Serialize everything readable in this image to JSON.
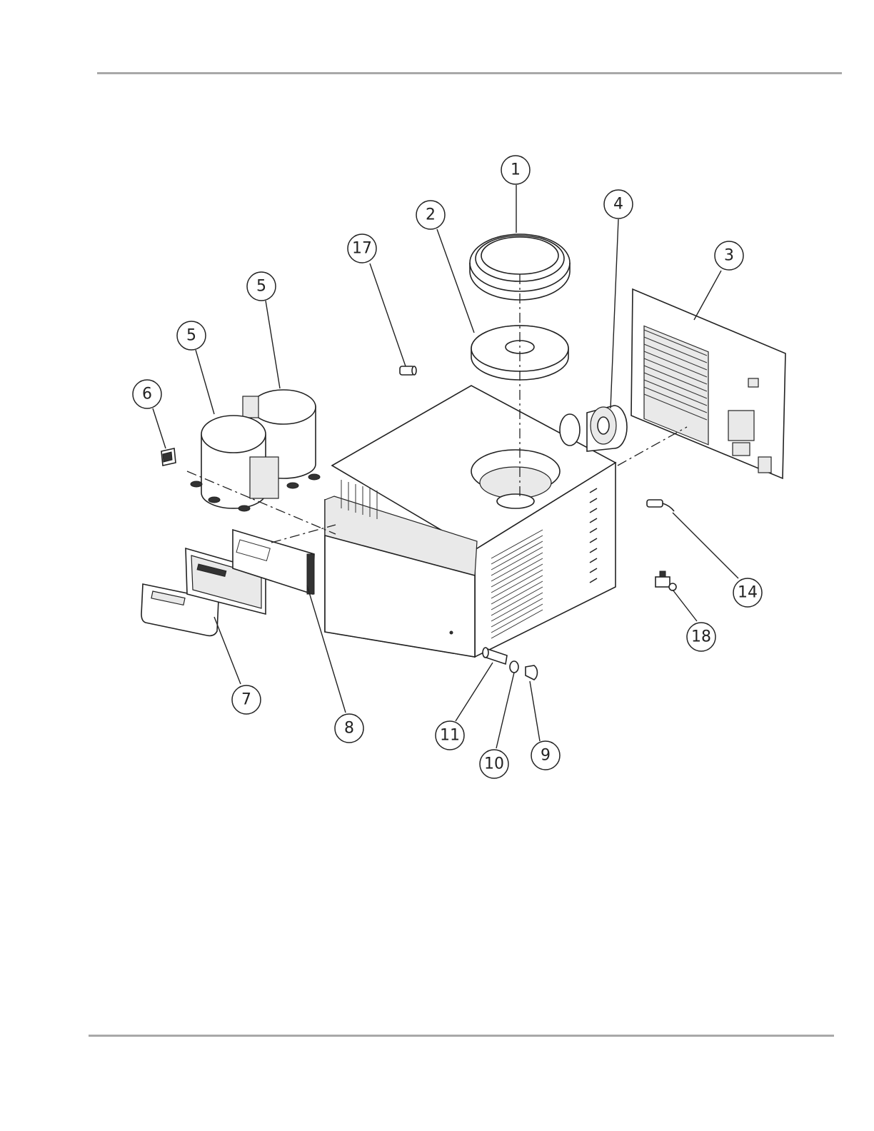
{
  "callouts": [
    {
      "id": "1",
      "label": "1"
    },
    {
      "id": "2",
      "label": "2"
    },
    {
      "id": "3",
      "label": "3"
    },
    {
      "id": "4",
      "label": "4"
    },
    {
      "id": "5a",
      "label": "5"
    },
    {
      "id": "5b",
      "label": "5"
    },
    {
      "id": "6",
      "label": "6"
    },
    {
      "id": "7",
      "label": "7"
    },
    {
      "id": "8",
      "label": "8"
    },
    {
      "id": "9",
      "label": "9"
    },
    {
      "id": "10",
      "label": "10"
    },
    {
      "id": "11",
      "label": "11"
    },
    {
      "id": "14",
      "label": "14"
    },
    {
      "id": "17",
      "label": "17"
    },
    {
      "id": "18",
      "label": "18"
    }
  ],
  "colors": {
    "rule": "#a8a8a8",
    "ink": "#222222"
  }
}
